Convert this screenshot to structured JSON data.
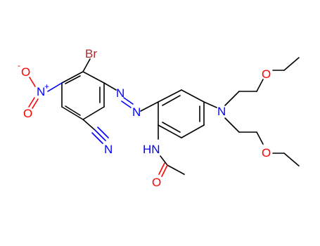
{
  "molecule": {
    "atoms": {
      "br": "Br",
      "nitro_n": "N",
      "nitro_o_top": "O",
      "nitro_o_bottom": "O",
      "nitro_plus": "+",
      "nitro_minus": "-",
      "nitrile_n": "N",
      "azo_n1": "N",
      "azo_n2": "N",
      "amine_n": "N",
      "amide_nh": "HN",
      "amide_o": "O",
      "ether_o_upper": "O",
      "ether_o_lower": "O"
    }
  },
  "colors": {
    "carbon_bond": "#000000",
    "nitrogen": "#0000ff",
    "oxygen": "#ff0000",
    "bromine": "#a52a2a",
    "background": "#ffffff"
  }
}
